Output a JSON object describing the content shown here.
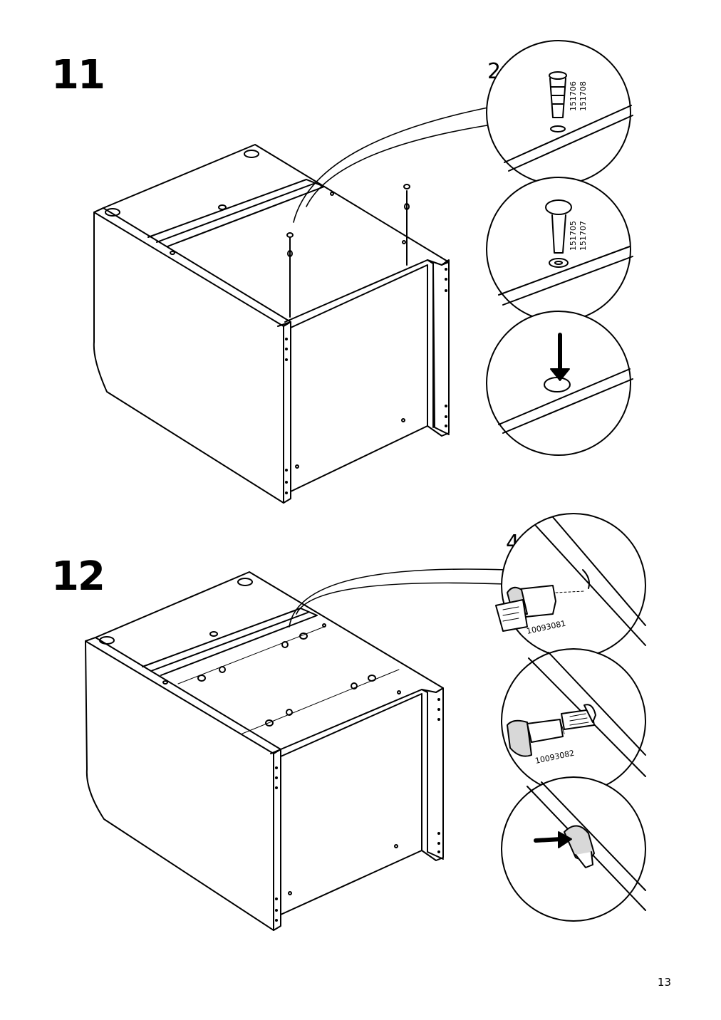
{
  "steps": [
    {
      "number": "11",
      "quantity": "2x",
      "part_labels": [
        "151706",
        "151708",
        "151705",
        "151707"
      ]
    },
    {
      "number": "12",
      "quantity": "4x",
      "part_labels": [
        "10093081",
        "10093082"
      ]
    }
  ],
  "page_number": "13"
}
